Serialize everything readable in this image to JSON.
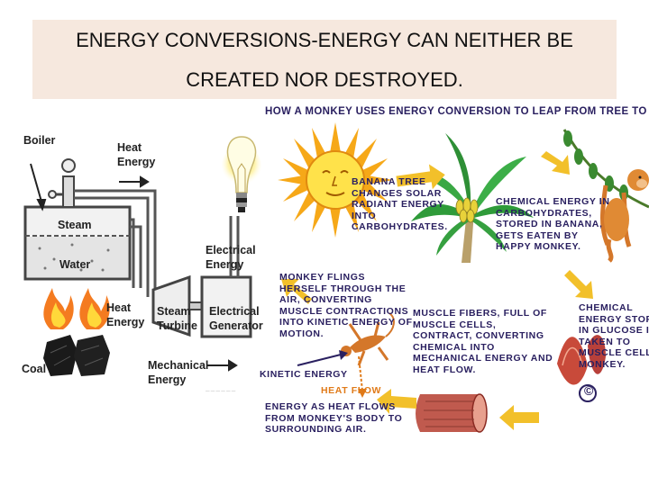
{
  "title": {
    "line1": "ENERGY CONVERSIONS-ENERGY CAN NEITHER BE",
    "line2": "CREATED NOR DESTROYED."
  },
  "power_plant": {
    "labels": {
      "boiler": "Boiler",
      "heat_energy_top": "Heat\nEnergy",
      "steam": "Steam",
      "water": "Water",
      "electrical_energy": "Electrical\nEnergy",
      "heat_energy_fire": "Heat\nEnergy",
      "steam_turbine": "Steam\nTurbine",
      "electrical_generator": "Electrical\nGenerator",
      "coal": "Coal",
      "mechanical_energy": "Mechanical\nEnergy"
    }
  },
  "monkey_cycle": {
    "title": "HOW A MONKEY USES ENERGY CONVERSION TO LEAP FROM TREE TO TREE",
    "steps": {
      "banana_tree": "BANANA TREE\nCHANGES SOLAR\nRADIANT ENERGY\nINTO\nCARBOHYDRATES.",
      "chemical_carbs": "CHEMICAL ENERGY IN\nCARBOHYDRATES,\nSTORED IN BANANA,\nGETS EATEN BY\nHAPPY MONKEY.",
      "chemical_glucose": "CHEMICAL\nENERGY STOR\nIN GLUCOSE I\nTAKEN TO\nMUSCLE CELLS\nMONKEY.",
      "muscle_fibers": "MUSCLE FIBERS, FULL OF\nMUSCLE CELLS,\nCONTRACT, CONVERTING\nCHEMICAL INTO\nMECHANICAL ENERGY AND\nHEAT FLOW.",
      "heat_flow_air": "ENERGY AS HEAT FLOWS\nFROM MONKEY'S BODY TO\nSURROUNDING AIR.",
      "monkey_flings": "MONKEY FLINGS\nHERSELF THROUGH THE\nAIR, CONVERTING\nMUSCLE CONTRACTIONS\nINTO KINETIC ENERGY OF\nMOTION."
    },
    "kinetic_label": "KINETIC ENERGY",
    "heat_label": "HEAT FLOW",
    "copyright": "©",
    "colors": {
      "text": "#2a2060",
      "arrow": "#f2c02a",
      "kinetic": "#2a2060",
      "heat": "#e07a18"
    }
  }
}
